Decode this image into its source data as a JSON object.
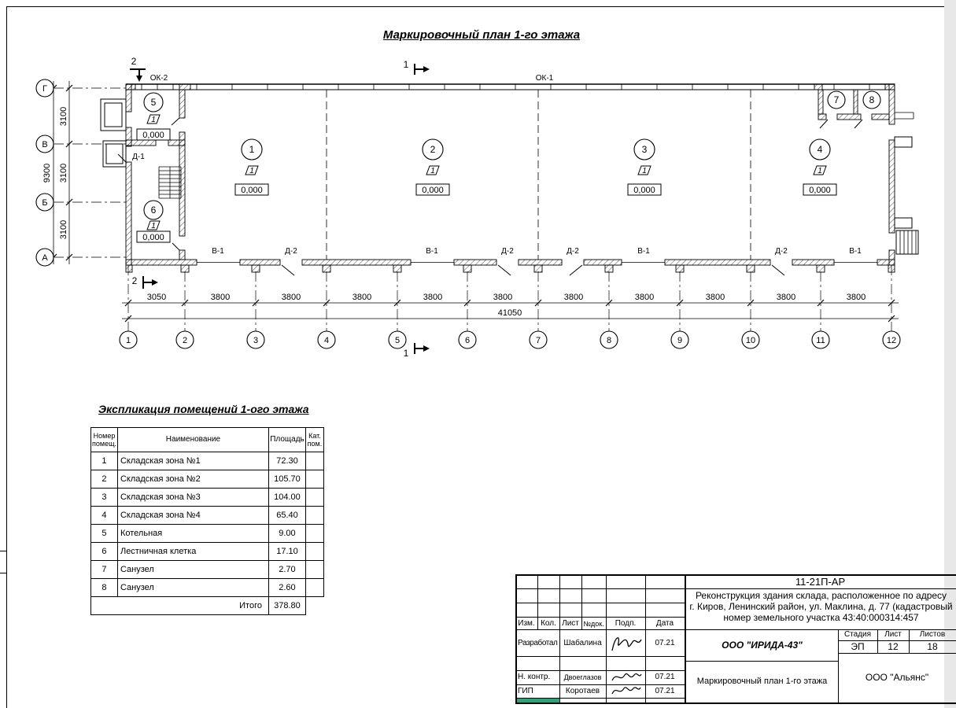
{
  "page": {
    "title": "Маркировочный план 1-го этажа"
  },
  "colors": {
    "highlight_cell": "#2FA17C"
  },
  "plan": {
    "window_labels": {
      "ok2": "ОК-2",
      "ok1": "ОК-1"
    },
    "door_label_d1": "Д-1",
    "section_marks": {
      "top_left": "2",
      "top_center": "1",
      "bottom_left": "2",
      "bottom_center": "1"
    },
    "axes_left": [
      "Г",
      "В",
      "Б",
      "А"
    ],
    "axes_bottom": [
      "1",
      "2",
      "3",
      "4",
      "5",
      "6",
      "7",
      "8",
      "9",
      "10",
      "11",
      "12"
    ],
    "dims_left": [
      "3100",
      "3100",
      "3100"
    ],
    "dim_left_total": "9300",
    "dims_bottom": [
      "3050",
      "3800",
      "3800",
      "3800",
      "3800",
      "3800",
      "3800",
      "3800",
      "3800",
      "3800",
      "3800"
    ],
    "dim_bottom_total": "41050",
    "rooms": [
      {
        "num": "1",
        "storey": "1",
        "elev": "0,000"
      },
      {
        "num": "2",
        "storey": "1",
        "elev": "0,000"
      },
      {
        "num": "3",
        "storey": "1",
        "elev": "0,000"
      },
      {
        "num": "4",
        "storey": "1",
        "elev": "0,000"
      },
      {
        "num": "5",
        "storey": "1",
        "elev": "0,000"
      },
      {
        "num": "6",
        "storey": "1",
        "elev": "0,000"
      },
      {
        "num": "7"
      },
      {
        "num": "8"
      }
    ],
    "bottom_labels": [
      "В-1",
      "Д-2",
      "В-1",
      "Д-2",
      "Д-2",
      "В-1",
      "Д-2",
      "В-1"
    ]
  },
  "explication": {
    "title": "Экспликация помещений 1-ого этажа",
    "headers": {
      "num": "Номер помещ.",
      "name": "Наименование",
      "area": "Площадь",
      "cat": "Кат. пом."
    },
    "rows": [
      {
        "num": "1",
        "name": "Складская зона №1",
        "area": "72.30"
      },
      {
        "num": "2",
        "name": "Складская зона №2",
        "area": "105.70"
      },
      {
        "num": "3",
        "name": "Складская зона №3",
        "area": "104.00"
      },
      {
        "num": "4",
        "name": "Складская зона №4",
        "area": "65.40"
      },
      {
        "num": "5",
        "name": "Котельная",
        "area": "9.00"
      },
      {
        "num": "6",
        "name": "Лестничная клетка",
        "area": "17.10"
      },
      {
        "num": "7",
        "name": "Санузел",
        "area": "2.70"
      },
      {
        "num": "8",
        "name": "Санузел",
        "area": "2.60"
      }
    ],
    "total_label": "Итого",
    "total_area": "378.80"
  },
  "titleblock": {
    "code": "11-21П-АР",
    "description_line1": "Реконструкция здания склада, расположенное по адресу",
    "description_line2": "г. Киров, Ленинский район, ул. Маклина, д. 77 (кадастровый",
    "description_line3": "номер земельного участка 43:40:000314:457",
    "columns": {
      "izm": "Изм.",
      "kol": "Кол.",
      "list": "Лист",
      "ndok": "№док.",
      "podp": "Подп.",
      "data": "Дата"
    },
    "rows": [
      {
        "role": "Разработал",
        "name": "Шабалина",
        "date": "07.21"
      },
      {
        "role": "Н. контр.",
        "name": "Двоеглазов",
        "date": "07.21"
      },
      {
        "role": "ГИП",
        "name": "Коротаев",
        "date": "07.21"
      }
    ],
    "org_center": "ООО \"ИРИДА-43\"",
    "drawing_title": "Маркировочный план 1-го этажа",
    "stage_label": "Стадия",
    "sheet_label": "Лист",
    "sheets_label": "Листов",
    "stage": "ЭП",
    "sheet": "12",
    "sheets": "18",
    "org_right": "ООО \"Альянс\""
  }
}
